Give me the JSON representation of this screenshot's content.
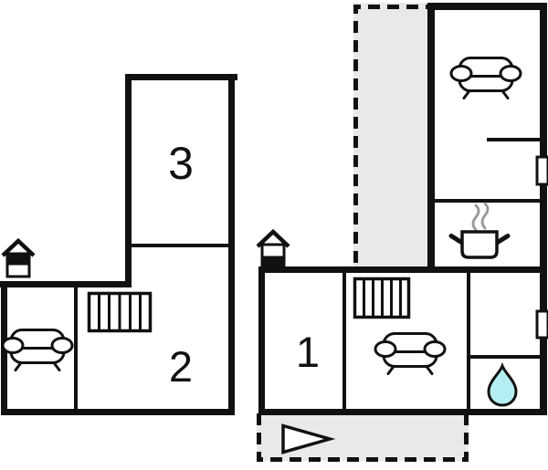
{
  "colors": {
    "background": "#ffffff",
    "wall": "#111111",
    "terrace_fill": "#e9e9e9",
    "water_drop": "#b5eef2",
    "steam": "#9a9a9a"
  },
  "rooms": {
    "room1": {
      "label": "1"
    },
    "room2": {
      "label": "2"
    },
    "room3": {
      "label": "3"
    }
  },
  "icons": {
    "entrance_left": "entrance-house-icon",
    "entrance_right": "entrance-house-icon",
    "sofas": "sofa-icon",
    "stairs": "stairs-icon",
    "stove": "stove-pot-icon",
    "water": "water-drop-icon",
    "terrace_arrow": "arrow-right-icon",
    "windows": "window-icon"
  }
}
